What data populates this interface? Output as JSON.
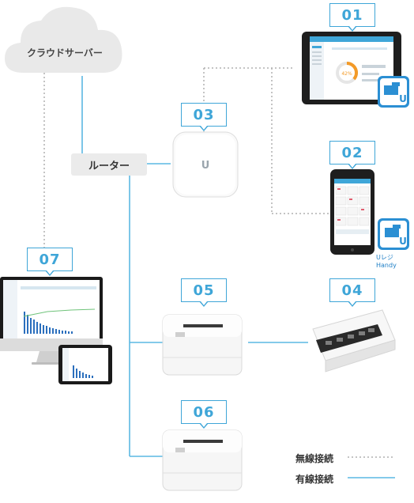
{
  "cloud": {
    "label": "クラウドサーバー"
  },
  "router": {
    "label": "ルーター"
  },
  "badges": {
    "b01": "01",
    "b02": "02",
    "b03": "03",
    "b04": "04",
    "b05": "05",
    "b06": "06",
    "b07": "07"
  },
  "app": {
    "handy_caption": "Uレジ Handy",
    "percent": "42%"
  },
  "legend": {
    "wireless": "無線接続",
    "wired": "有線接続"
  },
  "colors": {
    "accent": "#3fa6d8",
    "wired_line": "#5bb8e3",
    "wireless_line": "#b0b0b0",
    "router_fill": "#ebebeb",
    "cloud_fill": "#e9e9e9"
  }
}
